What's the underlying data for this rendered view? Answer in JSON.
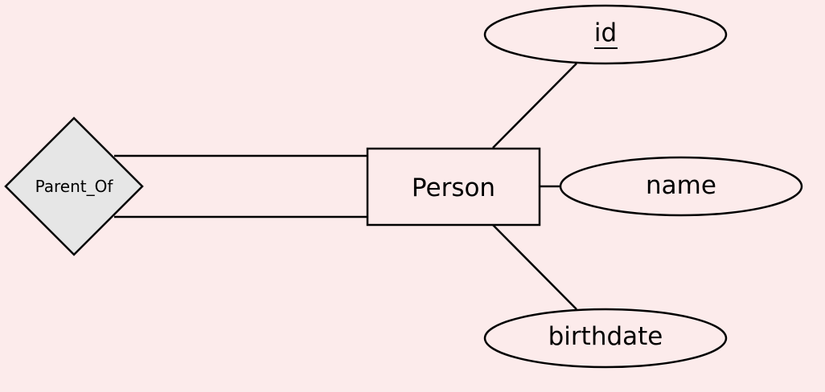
{
  "diagram": {
    "entity": {
      "label": "Person"
    },
    "relationship": {
      "label": "Parent_Of"
    },
    "attributes": {
      "id": {
        "label": "id",
        "is_key": true
      },
      "name": {
        "label": "name"
      },
      "birthdate": {
        "label": "birthdate"
      }
    }
  },
  "colors": {
    "background": "#fcebeb",
    "entity_fill": "#fcebeb",
    "relationship_fill": "#e6e6e6",
    "stroke": "#000000"
  }
}
